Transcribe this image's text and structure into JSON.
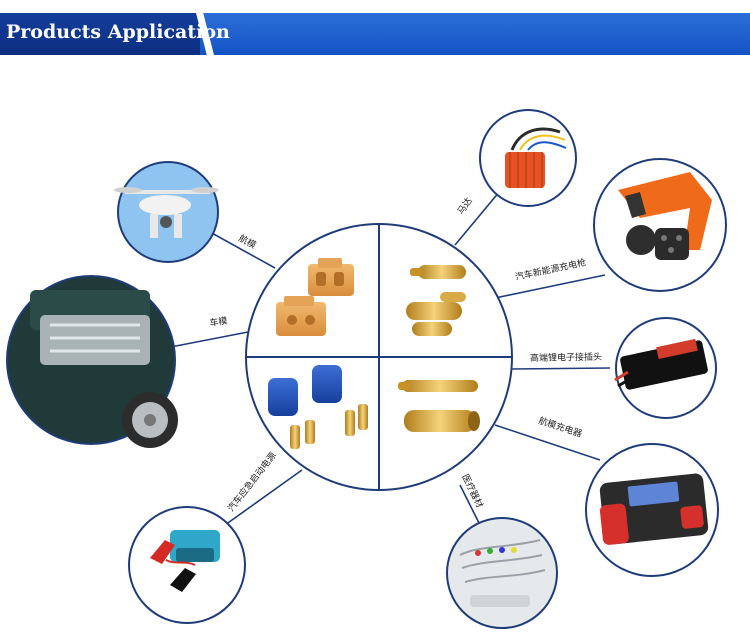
{
  "header": {
    "title": "Products Application"
  },
  "labels": {
    "aircraft_model": "航模",
    "car_model": "车模",
    "motor": "马达",
    "ev_charger_gun": "汽车新能源充电枪",
    "lipo_battery_connector": "高端锂电子接插头",
    "model_charger": "航模充电器",
    "medical_equipment": "医疗器材",
    "car_jump_starter": "汽车应急启动电源"
  },
  "colors": {
    "header_blue": "#1553c4",
    "title_tab": "#0c2e80",
    "ring": "#1f3c7a",
    "connector_orange": "#e9a55a",
    "connector_blue": "#1f4fb8",
    "gold": "#d9a531"
  }
}
